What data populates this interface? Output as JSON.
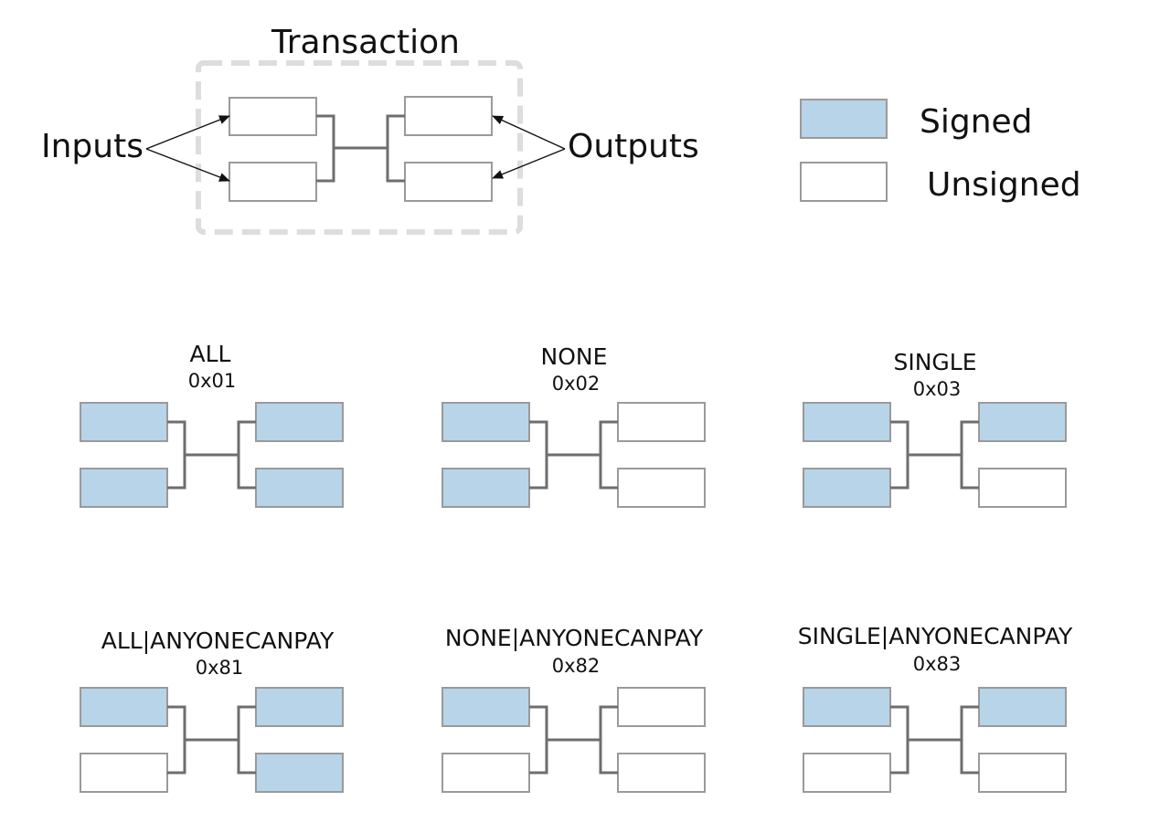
{
  "colors": {
    "signed": "#b8d4e8",
    "unsigned": "#ffffff",
    "box_border": "#9a9a9a",
    "connector": "#6e6e6e",
    "dashed_frame": "#dddddd",
    "text": "#111111"
  },
  "overview": {
    "title": "Transaction",
    "inputs_label": "Inputs",
    "outputs_label": "Outputs"
  },
  "legend": {
    "signed_label": "Signed",
    "unsigned_label": "Unsigned"
  },
  "sighash_types": [
    {
      "name": "ALL",
      "code": "0x01",
      "inputs": [
        "signed",
        "signed"
      ],
      "outputs": [
        "signed",
        "signed"
      ]
    },
    {
      "name": "NONE",
      "code": "0x02",
      "inputs": [
        "signed",
        "signed"
      ],
      "outputs": [
        "unsigned",
        "unsigned"
      ]
    },
    {
      "name": "SINGLE",
      "code": "0x03",
      "inputs": [
        "signed",
        "signed"
      ],
      "outputs": [
        "signed",
        "unsigned"
      ]
    },
    {
      "name": "ALL|ANYONECANPAY",
      "code": "0x81",
      "inputs": [
        "signed",
        "unsigned"
      ],
      "outputs": [
        "signed",
        "signed"
      ]
    },
    {
      "name": "NONE|ANYONECANPAY",
      "code": "0x82",
      "inputs": [
        "signed",
        "unsigned"
      ],
      "outputs": [
        "unsigned",
        "unsigned"
      ]
    },
    {
      "name": "SINGLE|ANYONECANPAY",
      "code": "0x83",
      "inputs": [
        "signed",
        "unsigned"
      ],
      "outputs": [
        "signed",
        "unsigned"
      ]
    }
  ]
}
